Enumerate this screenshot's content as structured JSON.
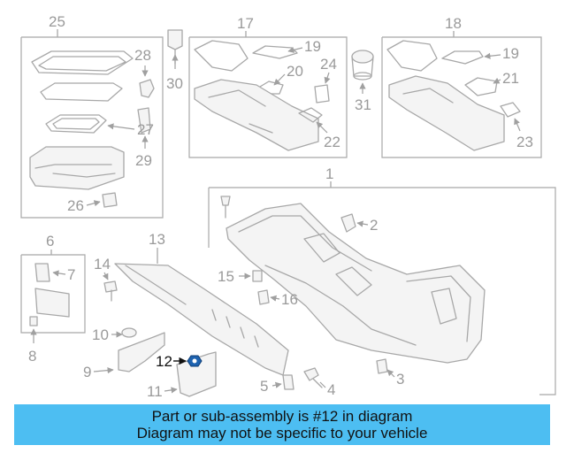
{
  "diagram": {
    "callouts": {
      "c1": "1",
      "c2": "2",
      "c3": "3",
      "c4": "4",
      "c5": "5",
      "c6": "6",
      "c7": "7",
      "c8": "8",
      "c9": "9",
      "c10": "10",
      "c11": "11",
      "c12": "12",
      "c13": "13",
      "c14": "14",
      "c15": "15",
      "c16": "16",
      "c17": "17",
      "c18": "18",
      "c19a": "19",
      "c19b": "19",
      "c20": "20",
      "c21": "21",
      "c22": "22",
      "c23": "23",
      "c24": "24",
      "c25": "25",
      "c26": "26",
      "c27": "27",
      "c28": "28",
      "c29": "29",
      "c30": "30",
      "c31": "31"
    },
    "highlighted_part": "12"
  },
  "banner": {
    "line1": "Part or sub-assembly is #12 in diagram",
    "line2": "Diagram may not be specific to your vehicle",
    "background": "#4dbef2",
    "text_color": "#111111"
  },
  "colors": {
    "line_art": "#a8a8a8",
    "highlight_part": "#1565c0"
  }
}
